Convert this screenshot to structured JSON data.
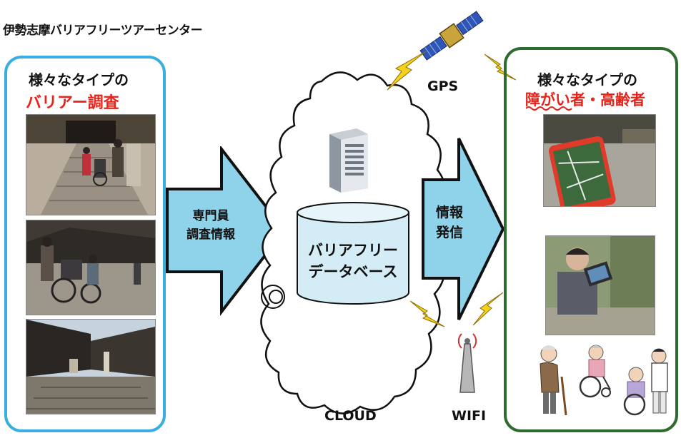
{
  "organization": "伊勢志摩バリアフリーツアーセンター",
  "left_panel": {
    "line1": "様々なタイプの",
    "line2": "バリアー調査",
    "photos": [
      "stairway-survey-photo",
      "wheelchair-street-photo",
      "townscape-photo"
    ]
  },
  "right_panel": {
    "line1": "様々なタイプの",
    "line2": "障がい者・高齢者",
    "photos": [
      "smartphone-map-photo",
      "tablet-user-photo"
    ]
  },
  "arrow_in": {
    "line1": "専門員",
    "line2": "調査情報"
  },
  "arrow_out": {
    "line1": "情報",
    "line2": "発信"
  },
  "database": {
    "line1": "バリアフリー",
    "line2": "データベース"
  },
  "labels": {
    "gps": "GPS",
    "cloud": "CLOUD",
    "wifi": "WIFI"
  },
  "colors": {
    "left_border": "#3aaee0",
    "right_border": "#2f6b2f",
    "highlight_red": "#e8231a",
    "arrow_fill": "#8fd3ea"
  }
}
